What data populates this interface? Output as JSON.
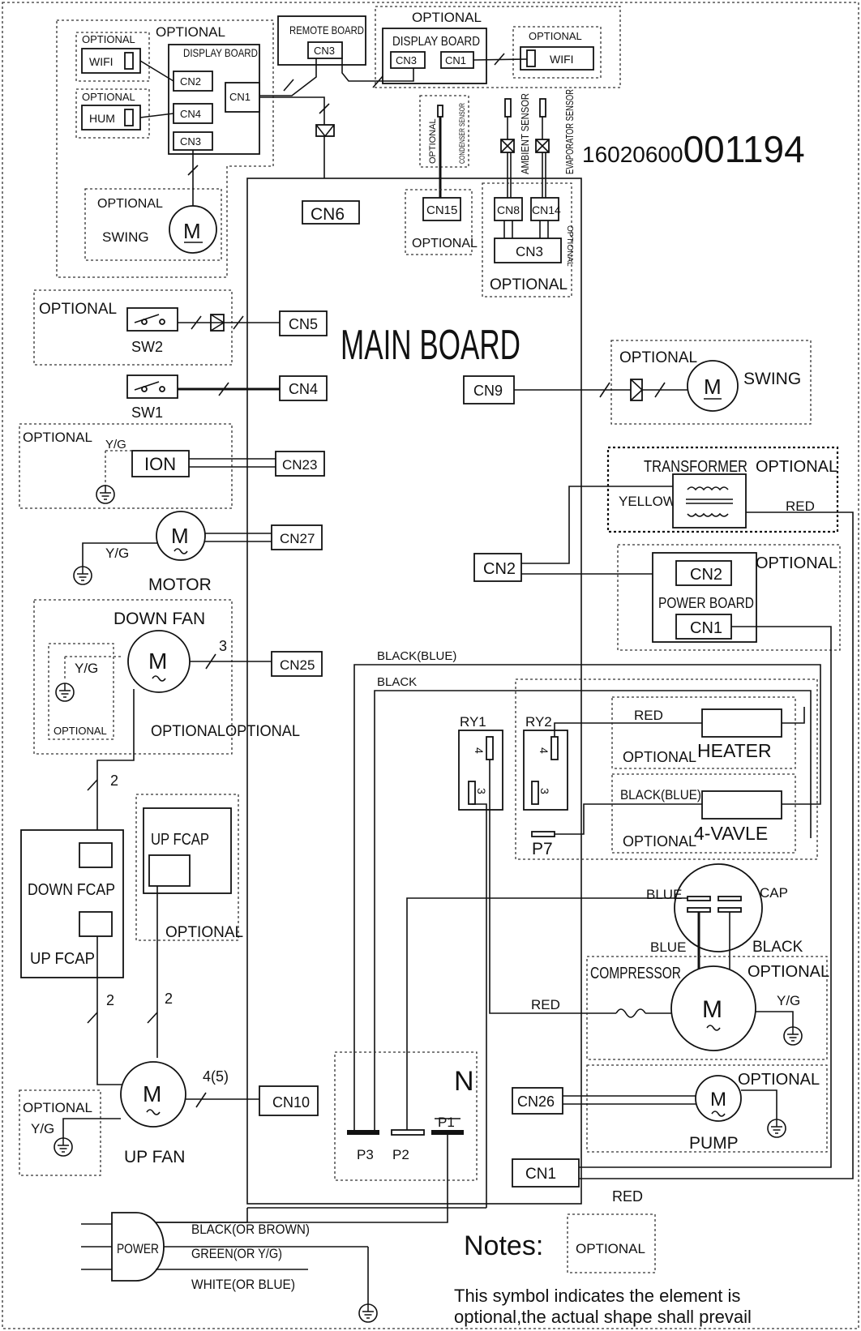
{
  "title": {
    "main_board": "MAIN BOARD",
    "code_prefix": "16020600",
    "code_suffix": "001194"
  },
  "labels": {
    "optional": "OPTIONAL",
    "optional_optional": "OPTIONALOPTIONAL",
    "optional_vertical": "OPTIONAL"
  },
  "top": {
    "remote_board": "REMOTE BOARD",
    "display_board": "DISPLAY BOARD",
    "wifi": "WIFI",
    "hum": "HUM",
    "swing": "SWING",
    "cn1": "CN1",
    "cn2": "CN2",
    "cn3": "CN3",
    "cn4": "CN4"
  },
  "sensors": {
    "condenser": "CONDENSER SENSOR",
    "ambient": "AMBIENT SENSOR",
    "evaporator": "EVAPORATOR SENSOR"
  },
  "connectors": {
    "cn1": "CN1",
    "cn2": "CN2",
    "cn3": "CN3",
    "cn4": "CN4",
    "cn5": "CN5",
    "cn6": "CN6",
    "cn8": "CN8",
    "cn9": "CN9",
    "cn10": "CN10",
    "cn14": "CN14",
    "cn15": "CN15",
    "cn23": "CN23",
    "cn25": "CN25",
    "cn26": "CN26",
    "cn27": "CN27"
  },
  "components": {
    "sw1": "SW1",
    "sw2": "SW2",
    "ion": "ION",
    "yg": "Y/G",
    "motor": "MOTOR",
    "down_fan": "DOWN FAN",
    "up_fan": "UP FAN",
    "down_fcap": "DOWN  FCAP",
    "up_fcap_a": "UP  FCAP",
    "up_fcap_b": "UP FCAP",
    "swing": "SWING",
    "transformer": "TRANSFORMER",
    "yellow": "YELLOW",
    "red": "RED",
    "power_board": "POWER BOARD",
    "black_blue": "BLACK(BLUE)",
    "black": "BLACK",
    "blue": "BLUE",
    "ry1": "RY1",
    "ry2": "RY2",
    "heater": "HEATER",
    "valve": "4-VAVLE",
    "p7": "P7",
    "cap": "CAP",
    "compressor": "COMPRESSOR",
    "pump": "PUMP",
    "n": "N",
    "p1": "P1",
    "p2": "P2",
    "p3": "P3",
    "power": "POWER",
    "m": "M",
    "num3": "3",
    "num2": "2",
    "num45": "4(5)",
    "pin4": "4",
    "pin3": "3"
  },
  "power_wires": {
    "line": "BLACK(OR BROWN)",
    "ground": "GREEN(OR Y/G)",
    "neutral": "WHITE(OR BLUE)"
  },
  "notes": {
    "heading": "Notes:",
    "symbol": "OPTIONAL",
    "line1": "This symbol indicates the element is",
    "line2": "optional,the actual shape shall prevail"
  }
}
